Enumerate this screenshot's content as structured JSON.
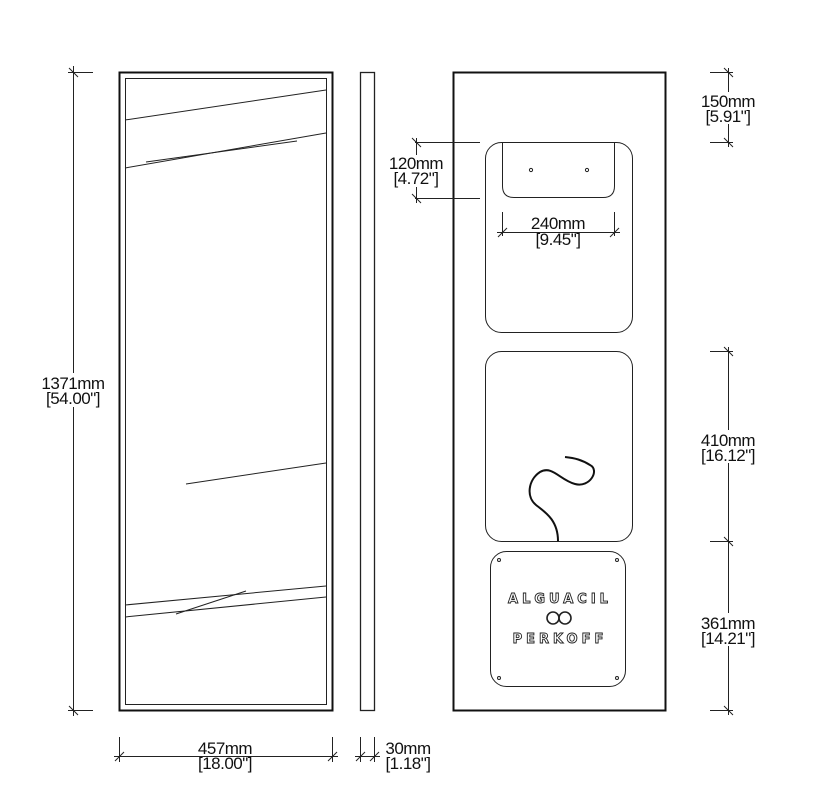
{
  "title": "Mirror cabinet dimension drawing",
  "dimensions": {
    "height": {
      "mm": "1371mm",
      "in": "[54.00\"]"
    },
    "width": {
      "mm": "457mm",
      "in": "[18.00\"]"
    },
    "depth": {
      "mm": "30mm",
      "in": "[1.18\"]"
    },
    "top_offset": {
      "mm": "150mm",
      "in": "[5.91\"]"
    },
    "bracket_height": {
      "mm": "120mm",
      "in": "[4.72\"]"
    },
    "bracket_width": {
      "mm": "240mm",
      "in": "[9.45\"]"
    },
    "middle_section": {
      "mm": "410mm",
      "in": "[16.12\"]"
    },
    "bottom_section": {
      "mm": "361mm",
      "in": "[14.21\"]"
    }
  },
  "logo": {
    "line1": "ALGUACIL",
    "line2": "PERKOFF"
  }
}
